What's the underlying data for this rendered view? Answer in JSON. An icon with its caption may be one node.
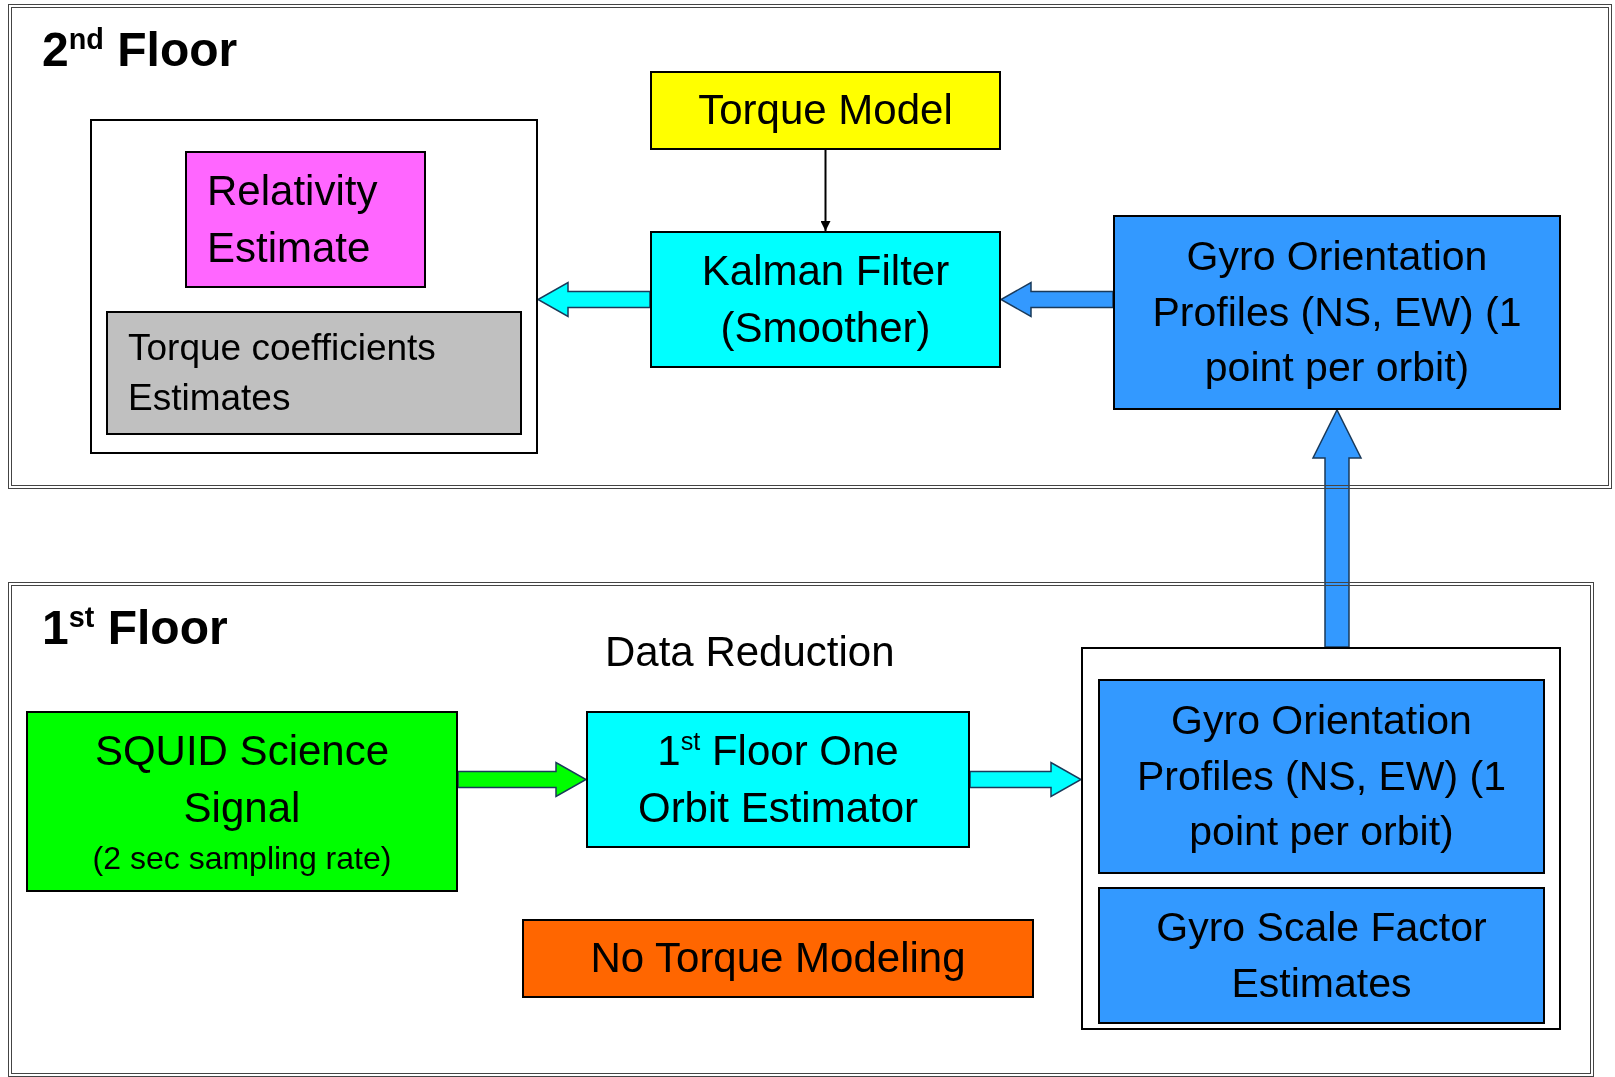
{
  "diagram": {
    "nodes": [
      {
        "text": [
          "2$^{nd}$ Floor"
        ]
      },
      {
        "text": [],
        "shape": "box",
        "in": 0
      },
      {
        "text": [
          "Relativity Estimate"
        ],
        "in": 1
      },
      {
        "text": [
          "Torque coefficients Estimates"
        ],
        "in": 1
      },
      {
        "text": [
          "Torque Model"
        ],
        "in": 0
      },
      {
        "text": [
          "Kalman Filter (Smoother)"
        ],
        "in": 0
      },
      {
        "text": [
          "Gyro Orientation Profiles (NS, EW) (1 point per orbit)"
        ],
        "in": 0
      },
      {
        "text": [
          "1$^{st}$ Floor"
        ]
      },
      {
        "text": [
          "SQUID Science Signal",
          "(2 sec sampling rate)"
        ],
        "in": 7
      },
      {
        "text": [
          "1$^{st}$ Floor One Orbit Estimator"
        ],
        "in": 7
      },
      {
        "text": [
          "No Torque Modeling"
        ],
        "in": 7
      },
      {
        "text": [],
        "shape": "box",
        "in": 7
      },
      {
        "text": [
          "Gyro Orientation Profiles (NS, EW) (1 point per orbit)"
        ],
        "in": 11
      },
      {
        "text": [
          "Gyro Scale Factor Estimates"
        ],
        "in": 11
      }
    ],
    "edges": [
      {
        "from": 4,
        "to": 5,
        "arrow": "to"
      },
      {
        "from": 5,
        "to": 1,
        "arrow": "to",
        "style": "thick",
        "color": "#00ffff"
      },
      {
        "from": 6,
        "to": 5,
        "arrow": "to",
        "style": "thick",
        "color": "#3399ff"
      },
      {
        "from": 8,
        "to": 9,
        "arrow": "to",
        "style": "thick",
        "color": "#00ff00"
      },
      {
        "from": 9,
        "to": 11,
        "arrow": "to",
        "style": "thick",
        "color": "#00ffff"
      },
      {
        "from": 11,
        "to": 6,
        "arrow": "to",
        "style": "thick",
        "color": "#3399ff"
      }
    ],
    "labels": [
      "Data Reduction"
    ]
  }
}
